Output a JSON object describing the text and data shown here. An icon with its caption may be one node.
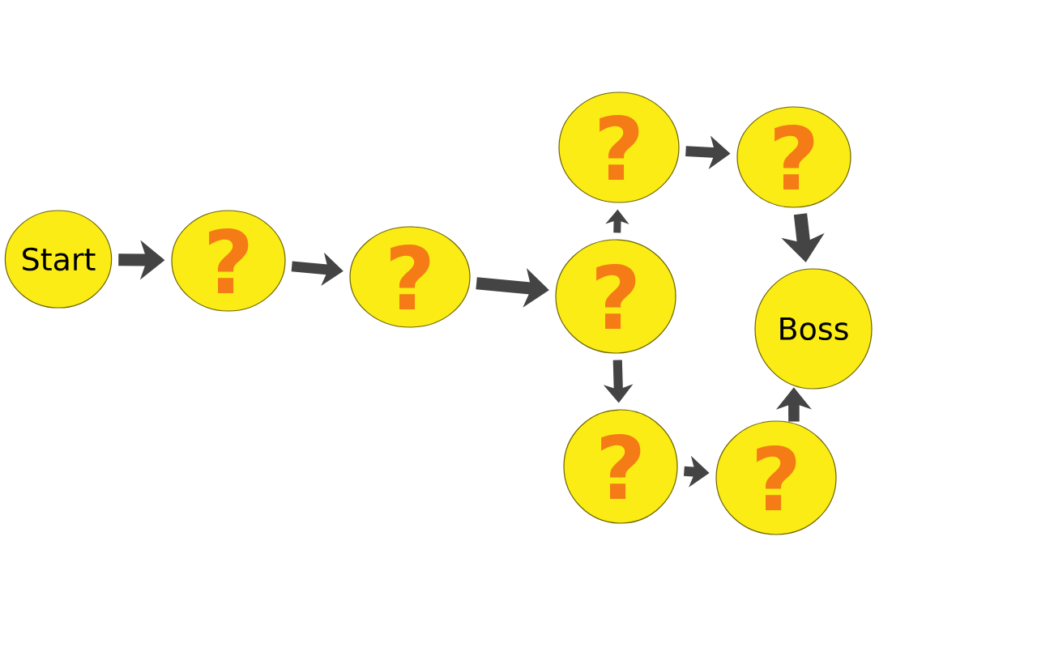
{
  "diagram": {
    "nodes": [
      {
        "text": [
          "Start"
        ]
      },
      {
        "text": [
          "?"
        ]
      },
      {
        "text": [
          "?"
        ]
      },
      {
        "text": [
          "?"
        ]
      },
      {
        "text": [
          "?"
        ]
      },
      {
        "text": [
          "?"
        ]
      },
      {
        "text": [
          "?"
        ]
      },
      {
        "text": [
          "Boss"
        ]
      },
      {
        "text": [
          "?"
        ]
      }
    ],
    "edges": [
      {
        "from": 0,
        "to": 1,
        "arrow": "to"
      },
      {
        "from": 1,
        "to": 2,
        "arrow": "to"
      },
      {
        "from": 2,
        "to": 4,
        "arrow": "to"
      },
      {
        "from": 4,
        "to": 3,
        "arrow": "to"
      },
      {
        "from": 4,
        "to": 5,
        "arrow": "to"
      },
      {
        "from": 3,
        "to": 6,
        "arrow": "to"
      },
      {
        "from": 5,
        "to": 8,
        "arrow": "to"
      },
      {
        "from": 6,
        "to": 7,
        "arrow": "to"
      },
      {
        "from": 8,
        "to": 7,
        "arrow": "to"
      }
    ]
  }
}
